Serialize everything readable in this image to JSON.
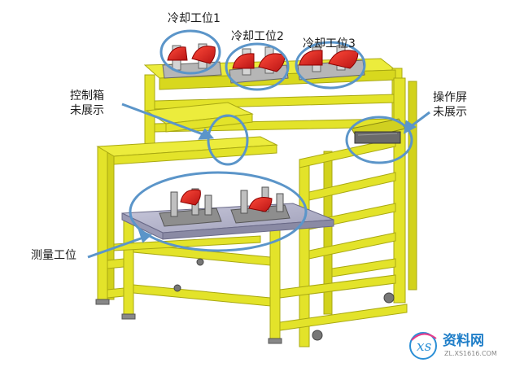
{
  "labels": {
    "cooling1": "冷却工位1",
    "cooling2": "冷却工位2",
    "cooling3": "冷却工位3",
    "control_box_1": "控制箱",
    "control_box_2": "未展示",
    "screen_1": "操作屏",
    "screen_2": "未展示",
    "measure": "测量工位"
  },
  "watermark": {
    "cn": "资料网",
    "url": "ZL.XS1616.COM"
  },
  "colors": {
    "frame": "#e3e32a",
    "frame_dark": "#a8a812",
    "callout": "#5b95c9",
    "plate": "#b4b4cc",
    "part_red": "#e02828",
    "fixture_gray": "#9a9a9a"
  }
}
